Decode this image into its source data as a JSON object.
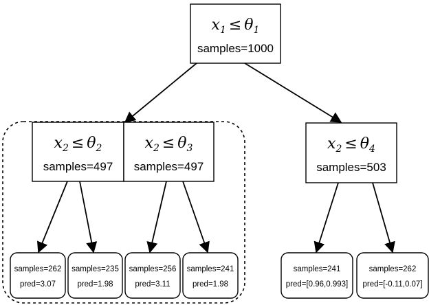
{
  "root": {
    "cond": {
      "var": "x",
      "var_sub": "1",
      "op": "≤",
      "param": "θ",
      "param_sub": "1"
    },
    "samples": "samples=1000"
  },
  "internal": [
    {
      "cond": {
        "var": "x",
        "var_sub": "2",
        "op": "≤",
        "param": "θ",
        "param_sub": "2"
      },
      "samples": "samples=497"
    },
    {
      "cond": {
        "var": "x",
        "var_sub": "2",
        "op": "≤",
        "param": "θ",
        "param_sub": "3"
      },
      "samples": "samples=497"
    },
    {
      "cond": {
        "var": "x",
        "var_sub": "2",
        "op": "≤",
        "param": "θ",
        "param_sub": "4"
      },
      "samples": "samples=503"
    }
  ],
  "leaves": [
    {
      "samples": "samples=262",
      "pred": "pred=3.07"
    },
    {
      "samples": "samples=235",
      "pred": "pred=1.98"
    },
    {
      "samples": "samples=256",
      "pred": "pred=3.11"
    },
    {
      "samples": "samples=241",
      "pred": "pred=1.98"
    },
    {
      "samples": "samples=241",
      "pred": "pred=[0.96,0.993]"
    },
    {
      "samples": "samples=262",
      "pred": "pred=[-0.11,0.07]"
    }
  ]
}
